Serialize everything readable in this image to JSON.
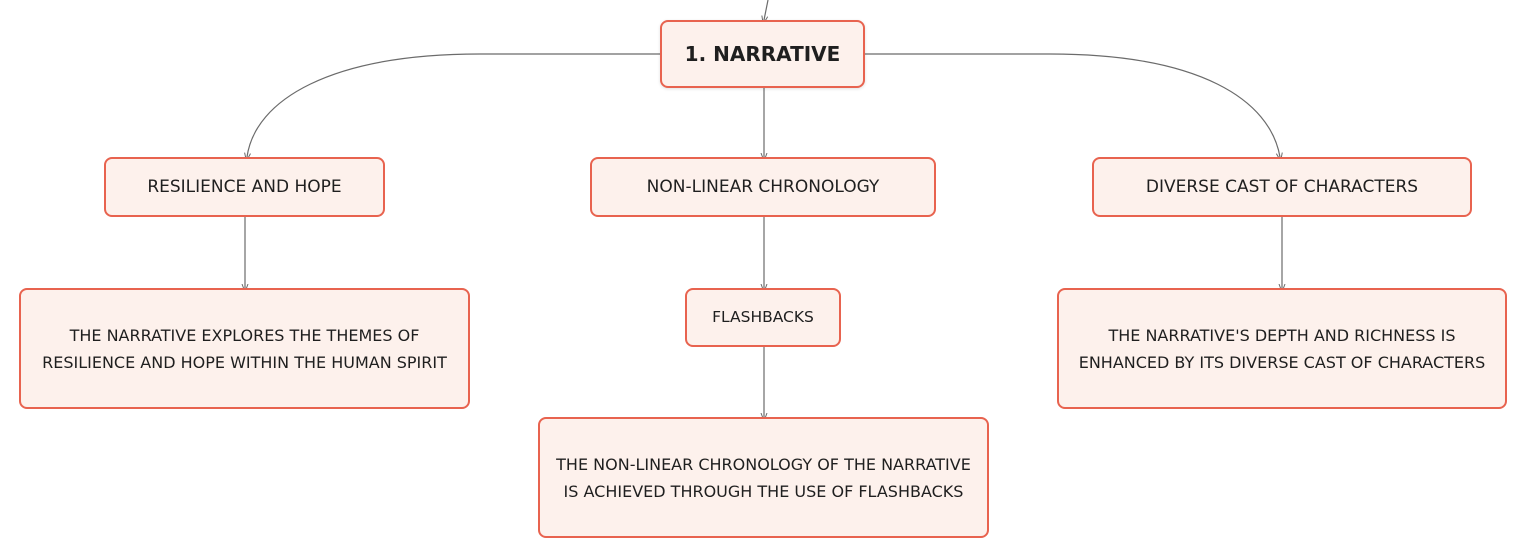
{
  "root": {
    "label": "1. NARRATIVE"
  },
  "branches": [
    {
      "label": "RESILIENCE AND HOPE",
      "detail": "THE NARRATIVE EXPLORES THE THEMES OF RESILIENCE AND HOPE WITHIN THE HUMAN SPIRIT"
    },
    {
      "label": "NON-LINEAR CHRONOLOGY",
      "child": "FLASHBACKS",
      "detail": "THE NON-LINEAR CHRONOLOGY OF THE NARRATIVE IS ACHIEVED THROUGH THE USE OF FLASHBACKS"
    },
    {
      "label": "DIVERSE CAST OF CHARACTERS",
      "detail": "THE NARRATIVE'S DEPTH AND RICHNESS IS ENHANCED BY ITS DIVERSE CAST OF CHARACTERS"
    }
  ],
  "colors": {
    "node_border": "#e8634f",
    "node_fill": "#fdf1ec",
    "connector": "#6b6b6b"
  }
}
